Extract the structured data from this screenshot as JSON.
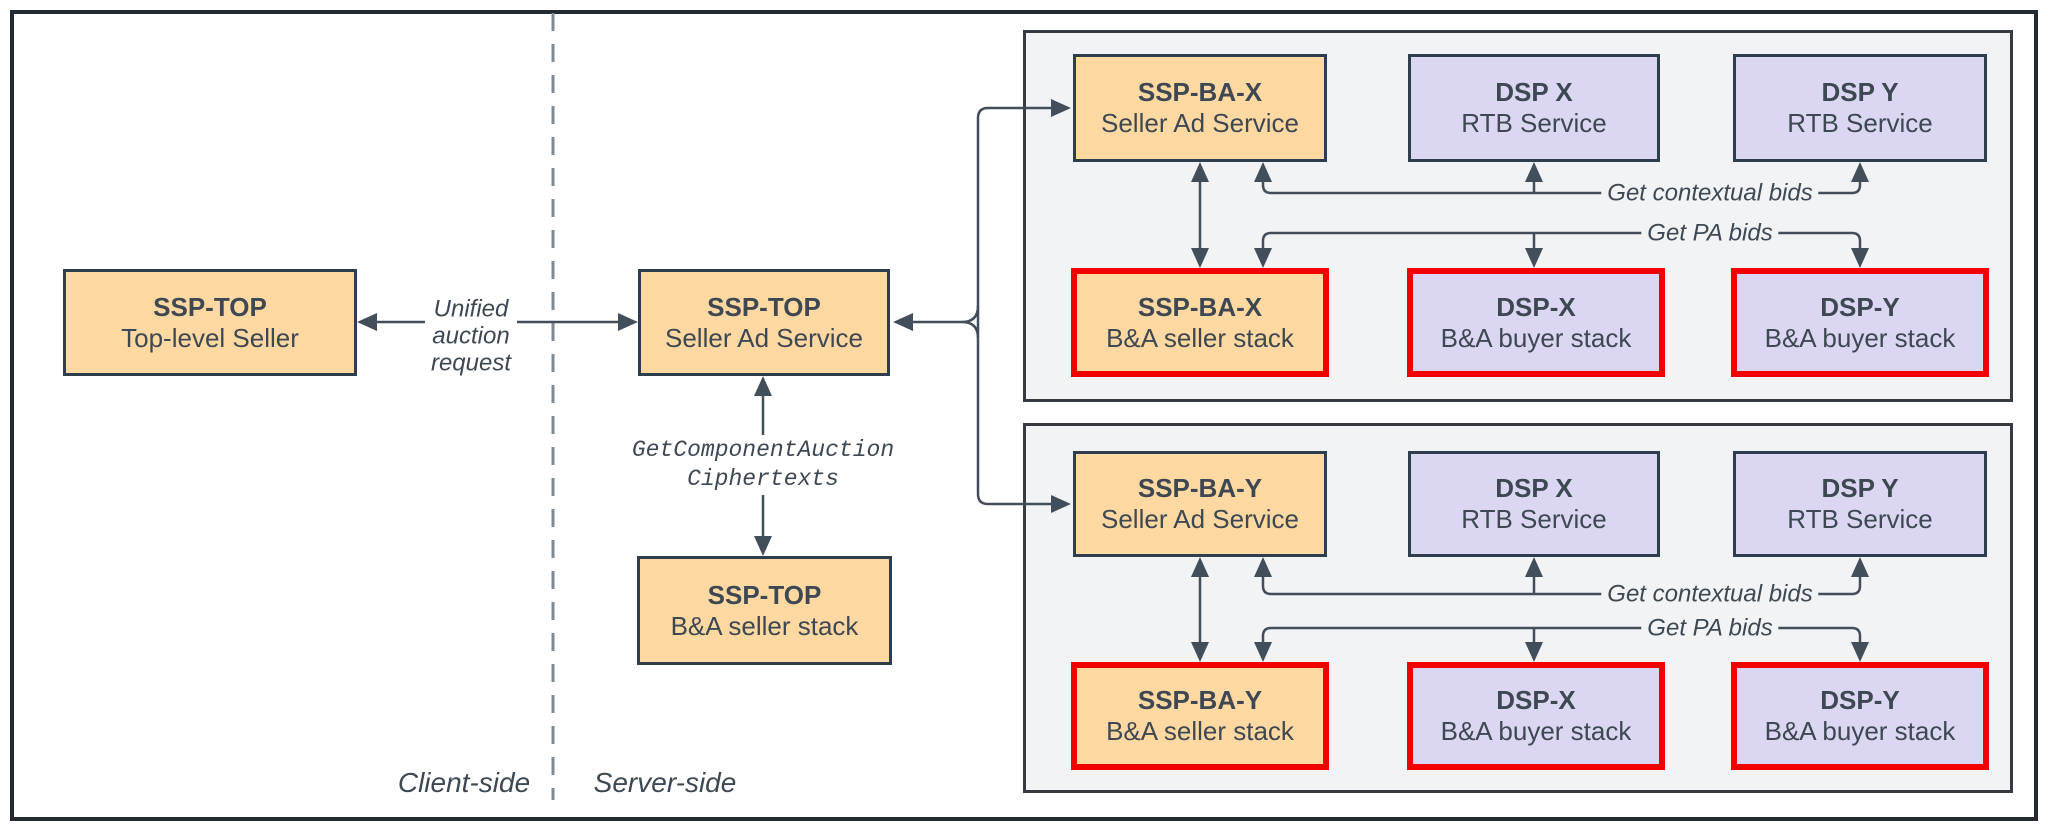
{
  "colors": {
    "page-border": "#242a31",
    "node-border": "#2f3e4e",
    "orange-fill": "#ffd9a1",
    "lavender-fill": "#dbd7f2",
    "red-border": "#f20000",
    "group-bg": "#f2f3f5",
    "group-border": "#363b42",
    "connector": "#434e5b",
    "text": "#3d4852",
    "divider": "#7d8995"
  },
  "client_region": {
    "side_label": "Client-side",
    "top_seller": {
      "title": "SSP-TOP",
      "subtitle": "Top-level Seller"
    }
  },
  "server_region": {
    "side_label": "Server-side",
    "seller_ad_service": {
      "title": "SSP-TOP",
      "subtitle": "Seller Ad Service"
    },
    "ba_seller_stack": {
      "title": "SSP-TOP",
      "subtitle": "B&A seller stack"
    }
  },
  "edge_labels": {
    "unified_request": "Unified\nauction\nrequest",
    "get_component_auction": "GetComponentAuction\nCiphertexts"
  },
  "groups": [
    {
      "seller_ad_service": {
        "title": "SSP-BA-X",
        "subtitle": "Seller Ad Service"
      },
      "dsp_x": {
        "title": "DSP X",
        "subtitle": "RTB Service"
      },
      "dsp_y": {
        "title": "DSP Y",
        "subtitle": "RTB Service"
      },
      "ba_seller_stack": {
        "title": "SSP-BA-X",
        "subtitle": "B&A seller stack"
      },
      "ba_buyer_x": {
        "title": "DSP-X",
        "subtitle": "B&A buyer stack"
      },
      "ba_buyer_y": {
        "title": "DSP-Y",
        "subtitle": "B&A buyer stack"
      },
      "contextual_label": "Get contextual bids",
      "pa_label": "Get PA bids"
    },
    {
      "seller_ad_service": {
        "title": "SSP-BA-Y",
        "subtitle": "Seller Ad Service"
      },
      "dsp_x": {
        "title": "DSP X",
        "subtitle": "RTB Service"
      },
      "dsp_y": {
        "title": "DSP Y",
        "subtitle": "RTB Service"
      },
      "ba_seller_stack": {
        "title": "SSP-BA-Y",
        "subtitle": "B&A seller stack"
      },
      "ba_buyer_x": {
        "title": "DSP-X",
        "subtitle": "B&A buyer stack"
      },
      "ba_buyer_y": {
        "title": "DSP-Y",
        "subtitle": "B&A buyer stack"
      },
      "contextual_label": "Get contextual bids",
      "pa_label": "Get PA bids"
    }
  ]
}
